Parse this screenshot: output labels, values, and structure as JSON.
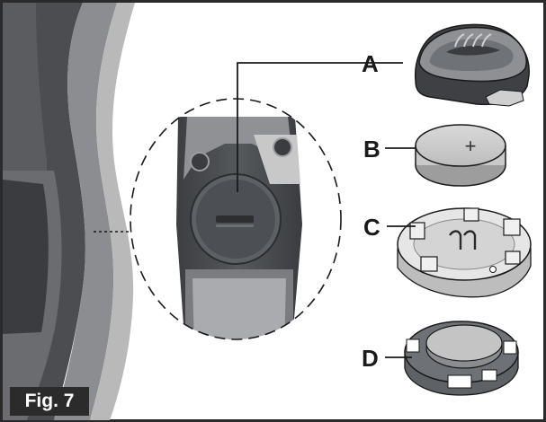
{
  "figure": {
    "caption": "Fig. 7",
    "callouts": [
      {
        "id": "A",
        "label": "A",
        "part": "battery-cover"
      },
      {
        "id": "B",
        "label": "B",
        "part": "coin-cell-battery"
      },
      {
        "id": "C",
        "label": "C",
        "part": "battery-holder"
      },
      {
        "id": "D",
        "label": "D",
        "part": "seal-insert"
      }
    ],
    "battery_symbol": "+",
    "colors": {
      "frame": "#2a2a2a",
      "device_dark": "#4a4c4f",
      "device_mid": "#8a8c8f",
      "device_light": "#c9c9c9",
      "part_fill": "#e6e6e6",
      "line": "#1a1a1a"
    }
  }
}
